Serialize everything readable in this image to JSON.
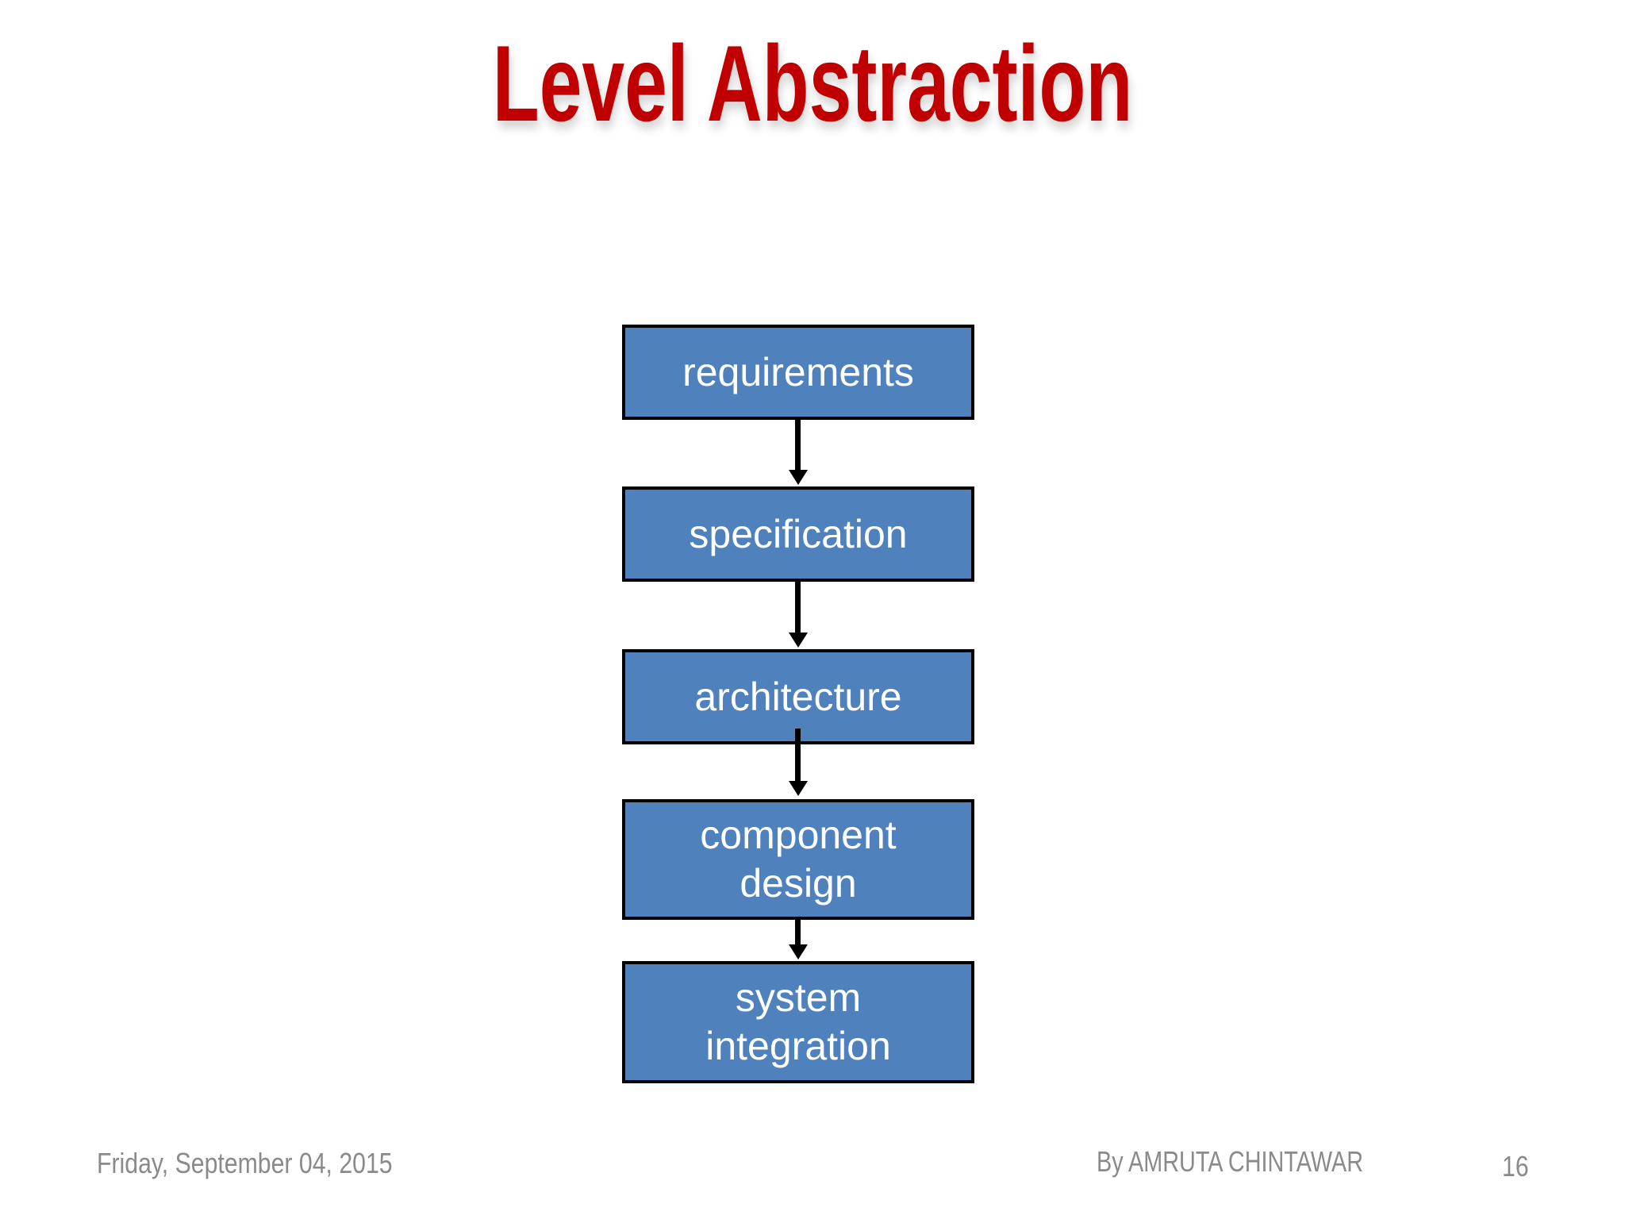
{
  "slide": {
    "title": "Level Abstraction",
    "title_color": "#c00000",
    "background": "#ffffff"
  },
  "diagram": {
    "type": "flowchart",
    "direction": "top-down",
    "boxes": [
      {
        "label": "requirements"
      },
      {
        "label": "specification"
      },
      {
        "label": "architecture"
      },
      {
        "label": "component design"
      },
      {
        "label": "system integration"
      }
    ],
    "connections": [
      "requirements -> specification",
      "specification -> architecture",
      "architecture -> component design",
      "component design -> system integration"
    ],
    "box_fill": "#4f81bd",
    "box_border": "#000000",
    "box_text_color": "#ffffff",
    "arrow_color": "#000000"
  },
  "footer": {
    "date": "Friday, September 04, 2015",
    "author": "By AMRUTA CHINTAWAR",
    "page_number": "16",
    "text_color": "#8a8a8a"
  }
}
